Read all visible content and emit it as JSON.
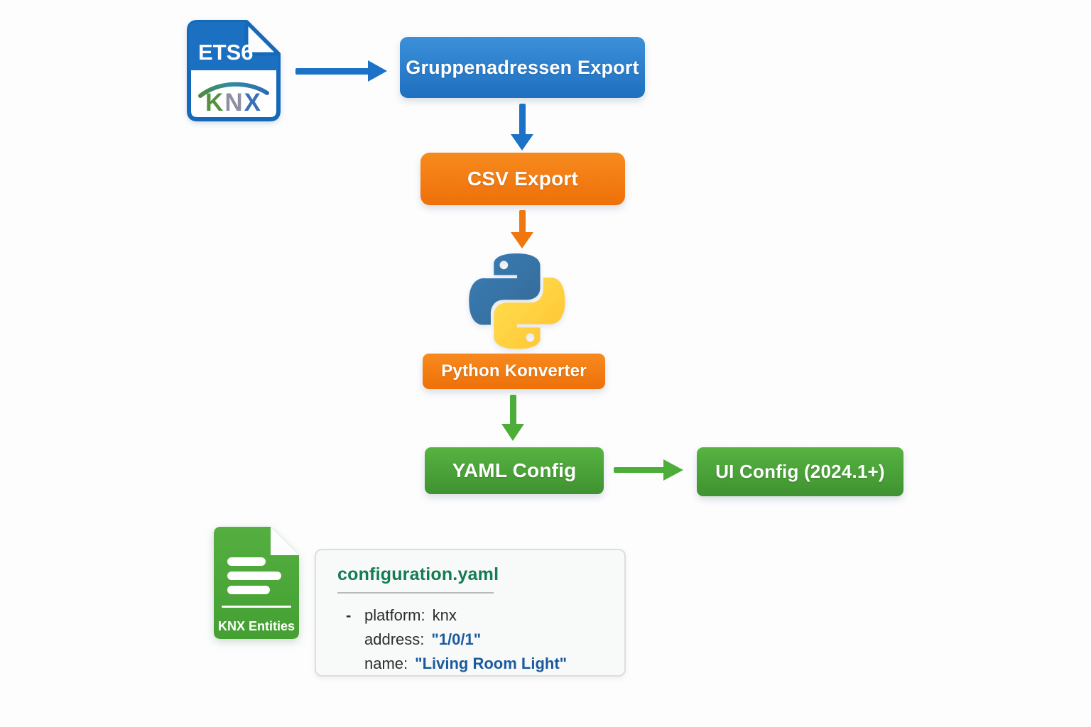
{
  "colors": {
    "blue-top": "#3c8fd8",
    "blue-bottom": "#1e70c0",
    "blue-arrow": "#1b72c6",
    "orange-top": "#f78a1e",
    "orange-bottom": "#ee7009",
    "orange-arrow": "#f0770e",
    "green-top": "#57b341",
    "green-bottom": "#3f9230",
    "green-arrow": "#4cae39",
    "entities-green-top": "#54ae40",
    "entities-green-bottom": "#45a033",
    "python-blue-top": "#387eb8",
    "python-blue-bottom": "#366994",
    "python-yellow-top": "#ffe052",
    "python-yellow-bottom": "#ffc331",
    "code-title-green": "#147b52",
    "code-text": "#2d2d2d",
    "code-string-blue": "#1a5a9e",
    "knx-k-green": "#57913f",
    "knx-n-gray": "#8f8fa4",
    "knx-x-blue": "#3a70b6",
    "file-blue-border": "#1569b8",
    "file-blue-header": "#1b70c2"
  },
  "file_icon": {
    "header": "ETS6",
    "logo_k": "K",
    "logo_n": "N",
    "logo_x": "X"
  },
  "nodes": {
    "gruppenadressen": "Gruppenadressen Export",
    "csv": "CSV Export",
    "python_konverter": "Python Konverter",
    "yaml": "YAML Config",
    "ui": "UI Config (2024.1+)"
  },
  "entities_icon": {
    "label": "KNX Entities"
  },
  "code_panel": {
    "title": "configuration.yaml",
    "lines": [
      {
        "prefix": "-",
        "key": "platform:",
        "value": "knx"
      },
      {
        "prefix": "",
        "key": "address:",
        "value": "\"1/0/1\""
      },
      {
        "prefix": "",
        "key": "name:",
        "value": "\"Living Room Light\""
      }
    ]
  }
}
